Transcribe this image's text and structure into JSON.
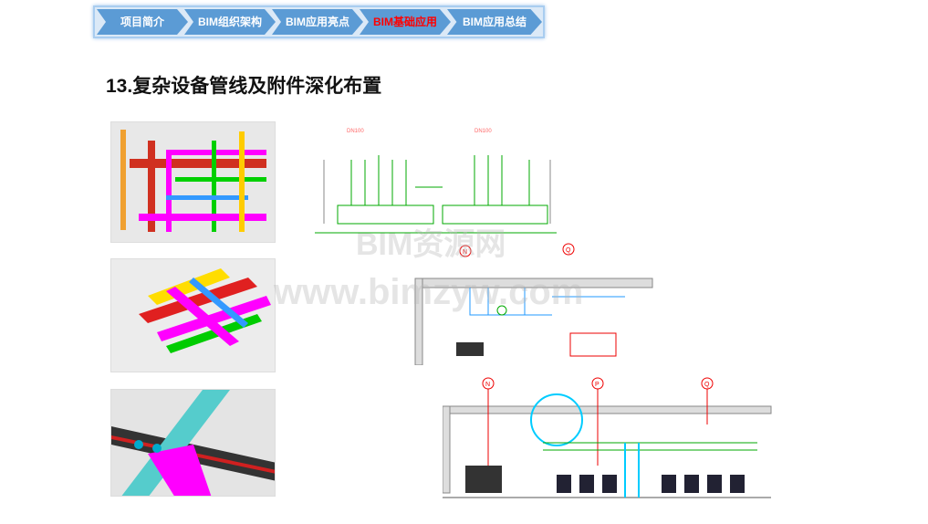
{
  "nav": {
    "steps": [
      {
        "label": "项目简介",
        "active": false
      },
      {
        "label": "BIM组织架构",
        "active": false
      },
      {
        "label": "BIM应用亮点",
        "active": false
      },
      {
        "label": "BIM基础应用",
        "active": true
      },
      {
        "label": "BIM应用总结",
        "active": false
      }
    ]
  },
  "title": "13.复杂设备管线及附件深化布置",
  "drawings": {
    "markers": [
      "N",
      "P",
      "Q",
      "N",
      "Q"
    ]
  },
  "watermark": {
    "line1": "BIM资源网",
    "line2": "www.bimzyw.com"
  }
}
